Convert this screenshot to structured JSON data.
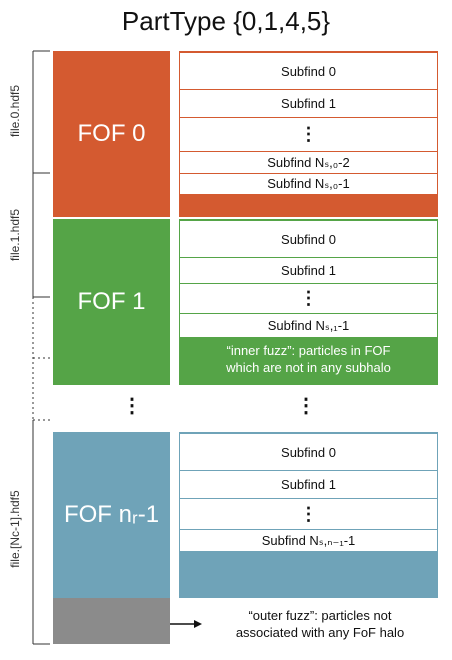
{
  "title": "PartType {0,1,4,5}",
  "files": [
    {
      "label": "file.0.hdf5"
    },
    {
      "label": "file.1.hdf5"
    },
    {
      "label": "file.[Nс-1].hdf5"
    }
  ],
  "groups": [
    {
      "label": "FOF 0",
      "color": "#d45a30",
      "subfinds": [
        "Subfind 0",
        "Subfind 1",
        "⋮",
        "Subfind Nₛ,₀-2",
        "Subfind Nₛ,₀-1"
      ]
    },
    {
      "label": "FOF 1",
      "color": "#55a447",
      "subfinds": [
        "Subfind 0",
        "Subfind 1",
        "⋮",
        "Subfind Nₛ,₁-1"
      ],
      "inner_fuzz": [
        "“inner fuzz”: particles in FOF",
        "which are not in any subhalo"
      ]
    },
    {
      "label": "FOF nᵣ-1",
      "color": "#6fa3b8",
      "subfinds": [
        "Subfind 0",
        "Subfind 1",
        "⋮",
        "Subfind Nₛ,ₙ₋₁-1"
      ]
    }
  ],
  "ellipsis": "⋮",
  "outer_fuzz": [
    "“outer fuzz”: particles not",
    "associated with any FoF halo"
  ],
  "outer_fuzz_color": "#8b8b8b"
}
